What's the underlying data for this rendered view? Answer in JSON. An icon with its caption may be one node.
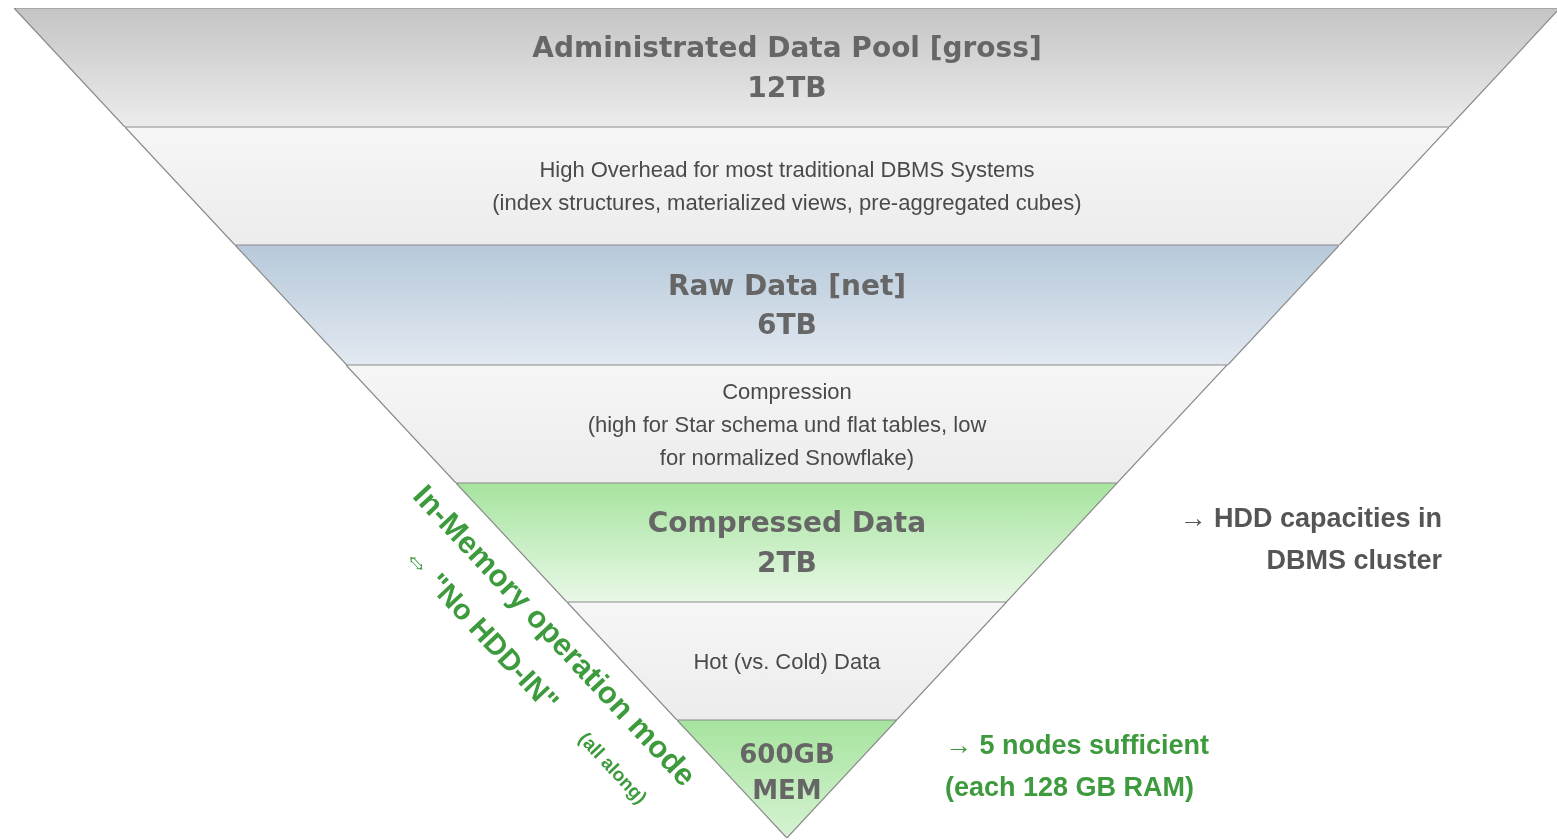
{
  "diagram": {
    "nodes": [
      {
        "text": [
          "Administrated Data Pool [gross]",
          "12TB"
        ]
      },
      {
        "text": [
          "High Overhead for most traditional DBMS Systems",
          "(index structures, materialized views, pre-aggregated cubes)"
        ]
      },
      {
        "text": [
          "Raw Data [net]",
          "6TB"
        ]
      },
      {
        "text": [
          "Compression",
          "(high for Star schema und flat tables, low for normalized Snowflake)"
        ]
      },
      {
        "text": [
          "Compressed Data",
          "2TB"
        ]
      },
      {
        "text": [
          "Hot (vs. Cold) Data"
        ]
      },
      {
        "text": [
          "600GB MEM"
        ]
      }
    ],
    "labels": [
      "→ HDD capacities in DBMS cluster",
      "In-Memory operation mode",
      "⇔ \"No HDD-IN\"",
      "(all along)",
      "→ 5 nodes sufficient (each 128 GB RAM)"
    ]
  }
}
